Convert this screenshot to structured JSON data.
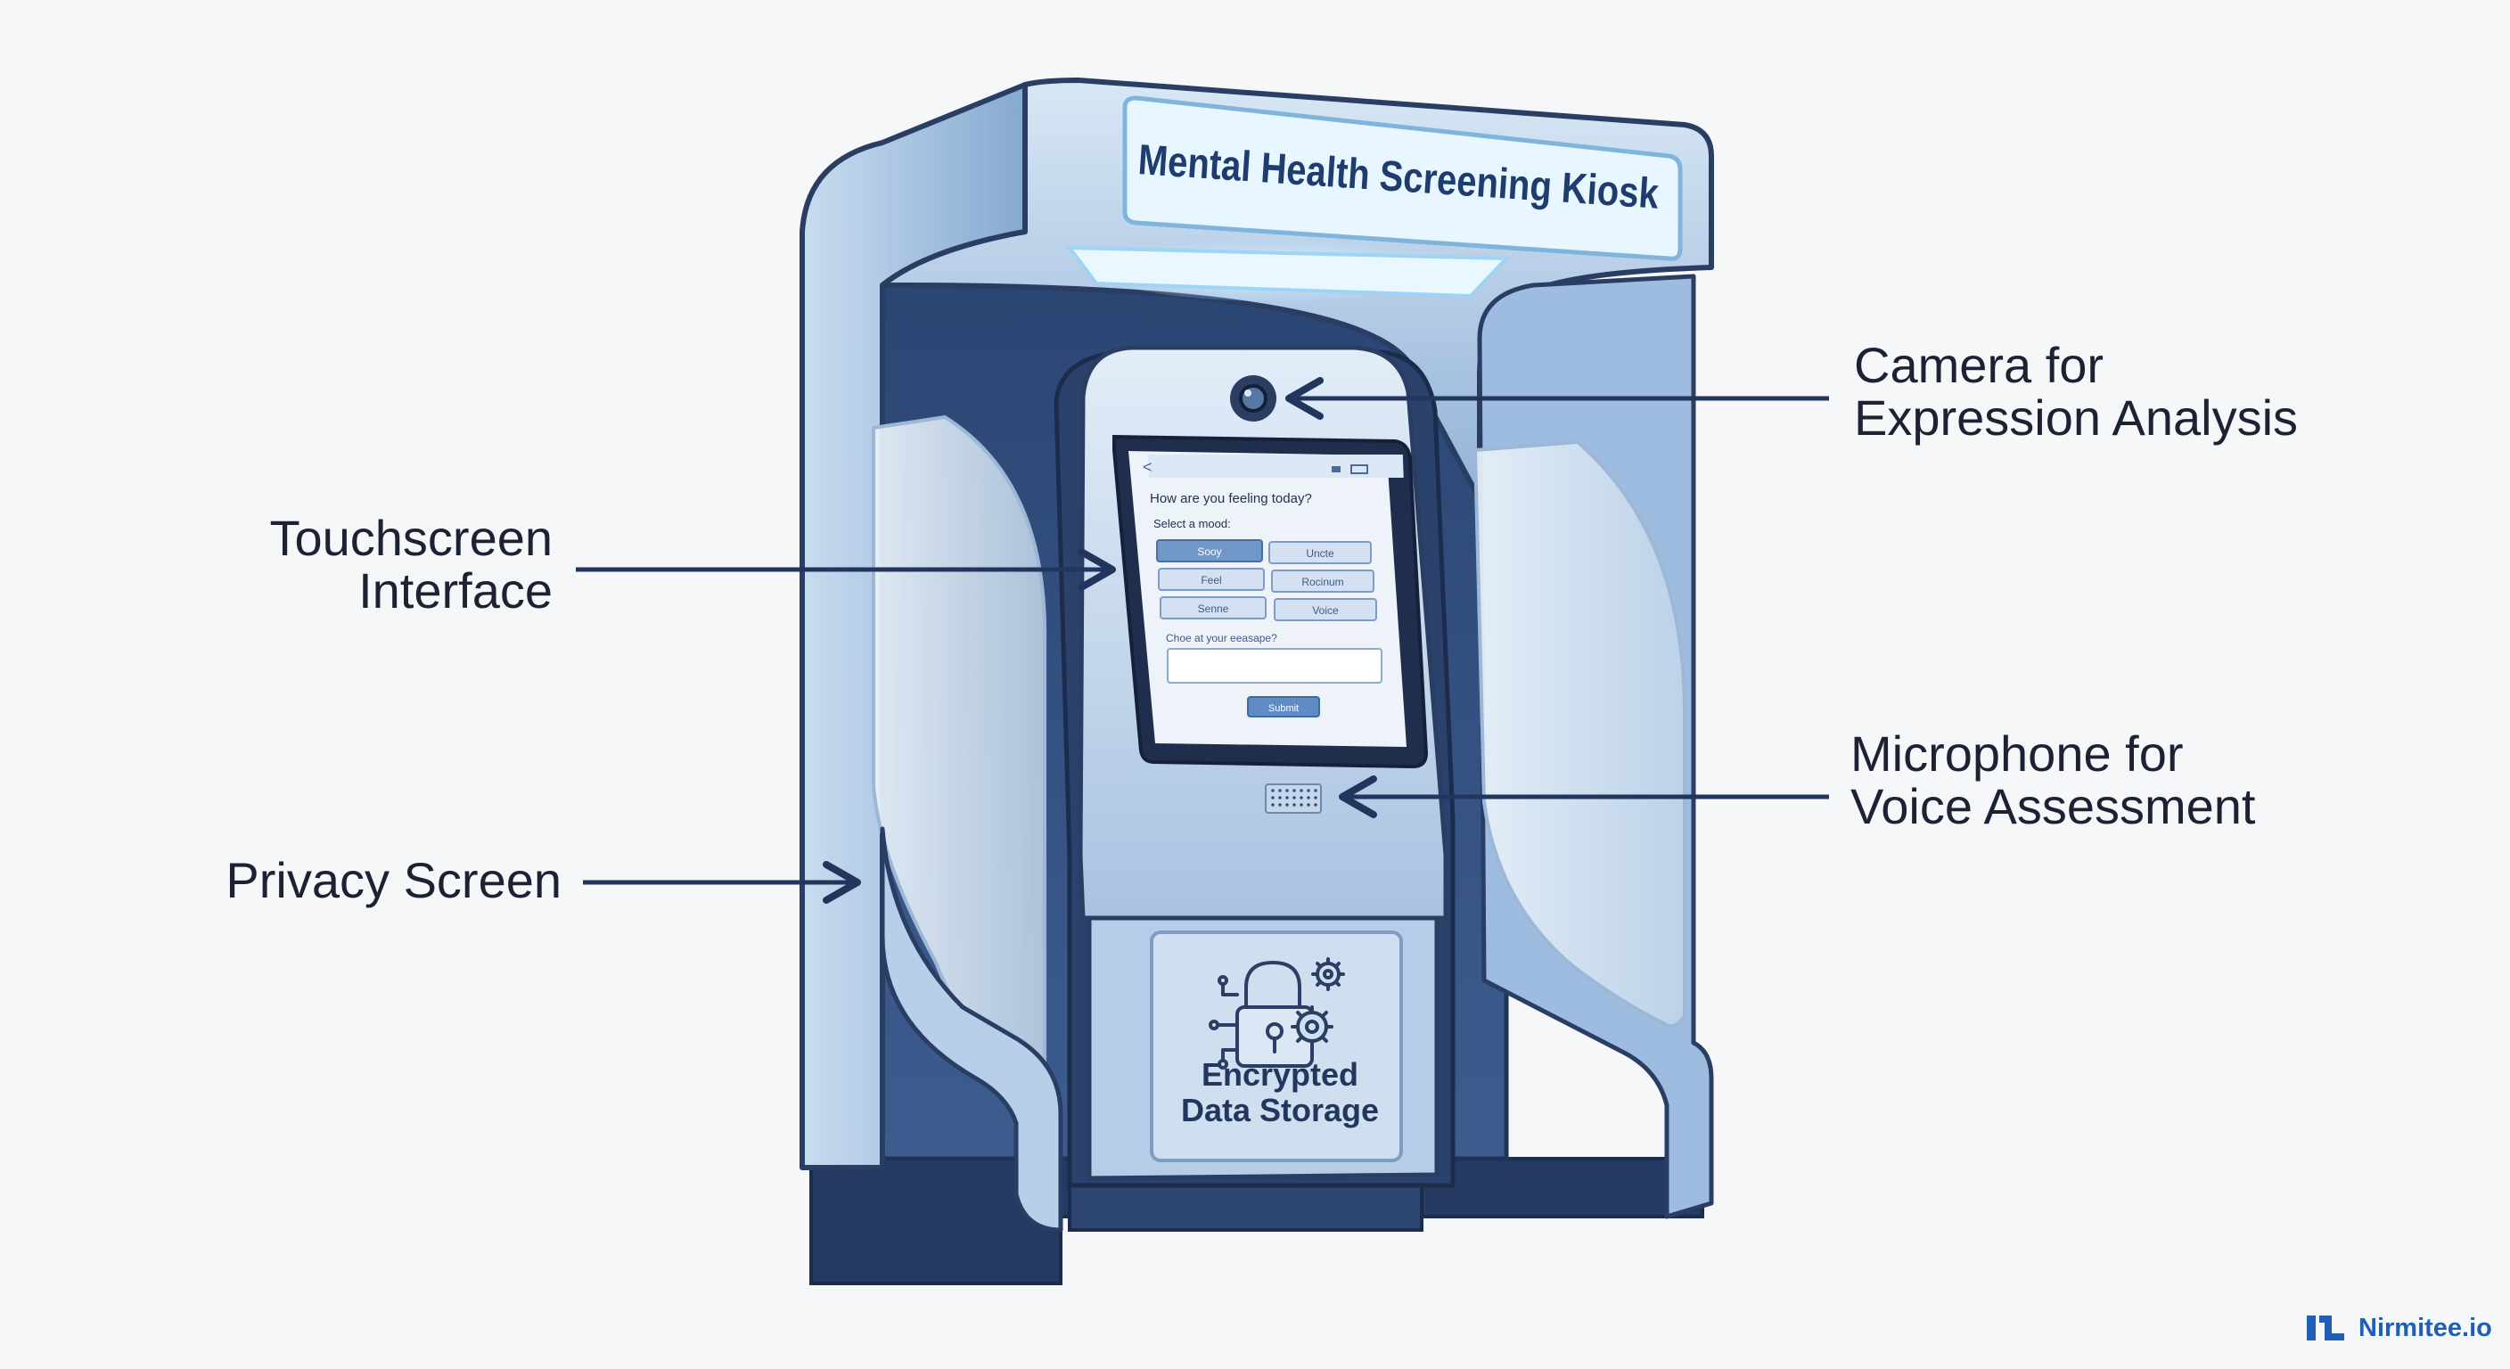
{
  "kiosk": {
    "sign_title": "Mental Health Screening Kiosk",
    "screen": {
      "back_glyph": "<",
      "question": "How are you feeling today?",
      "mood_prompt": "Select a mood:",
      "mood_options": [
        "Sooy",
        "Uncte",
        "Feel",
        "Rocinum",
        "Senne",
        "Voice"
      ],
      "text_prompt": "Choe at your eeasape?",
      "submit_label": "Submit"
    },
    "storage_label_line1": "Encrypted",
    "storage_label_line2": "Data Storage"
  },
  "callouts": {
    "camera": [
      "Camera for",
      "Expression Analysis"
    ],
    "touchscreen": [
      "Touchscreen",
      "Interface"
    ],
    "microphone": [
      "Microphone for",
      "Voice Assessment"
    ],
    "privacy": [
      "Privacy Screen"
    ]
  },
  "brand": {
    "name": "Nirmitee.io",
    "color": "#1f5fb4"
  },
  "colors": {
    "kiosk_body": "#a9c5e2",
    "kiosk_dark": "#2f4a78",
    "outline": "#2a3d63",
    "glow": "#dff4ff",
    "screen_bg": "#eef3fa",
    "arrow": "#22355d"
  }
}
